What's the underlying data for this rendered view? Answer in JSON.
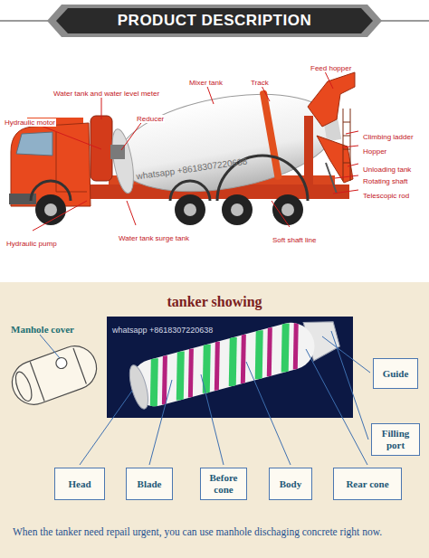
{
  "diagram": {
    "title": "PRODUCT DESCRIPTION",
    "caption": "When the tanker need repail urgent, you can use manhole dischaging concrete right now.",
    "nodes": [
      {
        "text": [
          "Guide"
        ]
      },
      {
        "text": [
          "Filling port"
        ]
      },
      {
        "text": [
          "Head"
        ]
      },
      {
        "text": [
          "Blade"
        ]
      },
      {
        "text": [
          "Before cone"
        ]
      },
      {
        "text": [
          "Body"
        ]
      },
      {
        "text": [
          "Rear cone"
        ]
      }
    ],
    "labels": [
      "Feed hopper",
      "Water tank and water level meter",
      "Mixer tank",
      "Track",
      "Hydraulic motor",
      "Reducer",
      "Climbing ladder",
      "Hopper",
      "Unloading tank",
      "whatsapp +8618307220638",
      "Rotating shaft",
      "Telescopic rod",
      "Hydraulic pump",
      "Water tank surge tank",
      "Soft shaft line",
      "tanker showing",
      "Manhole cover",
      "whatsapp +8618307220638"
    ]
  }
}
